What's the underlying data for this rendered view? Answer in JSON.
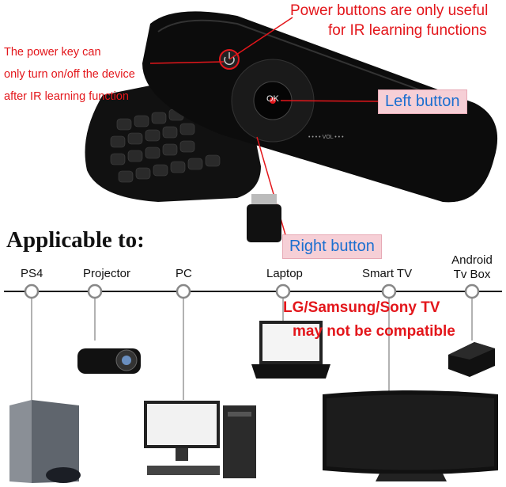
{
  "annotations": {
    "power_note": [
      "Power buttons are only useful",
      "for IR learning functions"
    ],
    "power_key_note": [
      "The power key can",
      "only turn on/off the device",
      "after IR learning function"
    ],
    "left_button": "Left button",
    "right_button": "Right button",
    "ok_key": "OK"
  },
  "applicable": {
    "heading": "Applicable to:",
    "devices": [
      {
        "label": "PS4"
      },
      {
        "label": "Projector"
      },
      {
        "label": "PC"
      },
      {
        "label": "Laptop"
      },
      {
        "label": "Smart TV"
      },
      {
        "label_lines": [
          "Android",
          "Tv Box"
        ]
      }
    ],
    "warning": [
      "LG/Samsung/Sony TV",
      "may not be compatible"
    ]
  },
  "colors": {
    "note_red": "#e3161b",
    "callout_bg": "#f6cfd6",
    "callout_text": "#1b6fd0"
  }
}
